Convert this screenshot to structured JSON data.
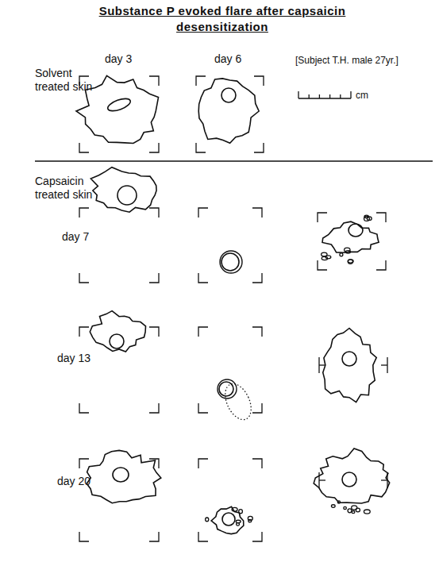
{
  "diagram": {
    "title": "Substance P evoked flare after capsaicin desensitization",
    "labels": [
      "day 3",
      "day 6",
      "Solvent treated skin",
      "[Subject T.H. male 27yr.]",
      "cm",
      "Capsaicin treated skin",
      "day 7",
      "day 13",
      "day 20"
    ]
  }
}
